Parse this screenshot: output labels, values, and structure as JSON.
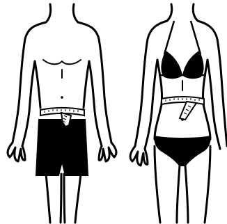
{
  "figures": [
    {
      "id": "male",
      "garment": "shorts",
      "waist_tape": true
    },
    {
      "id": "female",
      "garment": "bikini",
      "waist_tape": true
    }
  ],
  "colors": {
    "line": "#000000",
    "fill": "#000000",
    "background": "#ffffff"
  },
  "icons": [
    "measuring-tape-icon"
  ]
}
